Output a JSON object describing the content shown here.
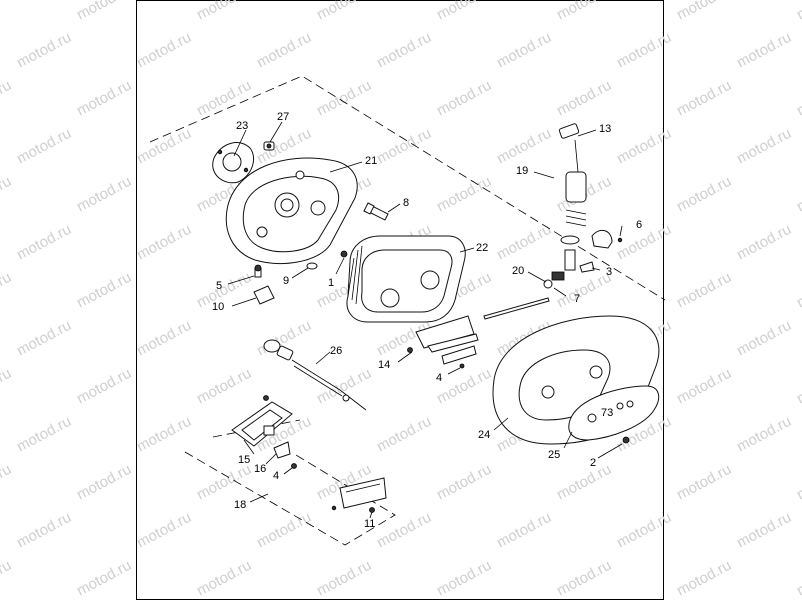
{
  "watermark": {
    "text": "motod.ru",
    "color": "#cfcfcf"
  },
  "callouts": {
    "c1": "1",
    "c2": "2",
    "c3": "3",
    "c4a": "4",
    "c4b": "4",
    "c5": "5",
    "c6": "6",
    "c7": "7",
    "c8": "8",
    "c9": "9",
    "c10": "10",
    "c11": "11",
    "c13": "13",
    "c14": "14",
    "c15": "15",
    "c16": "16",
    "c18": "18",
    "c19": "19",
    "c20": "20",
    "c21": "21",
    "c22": "22",
    "c23": "23",
    "c24": "24",
    "c25": "25",
    "c26": "26",
    "c27": "27"
  },
  "badge_text": "73"
}
